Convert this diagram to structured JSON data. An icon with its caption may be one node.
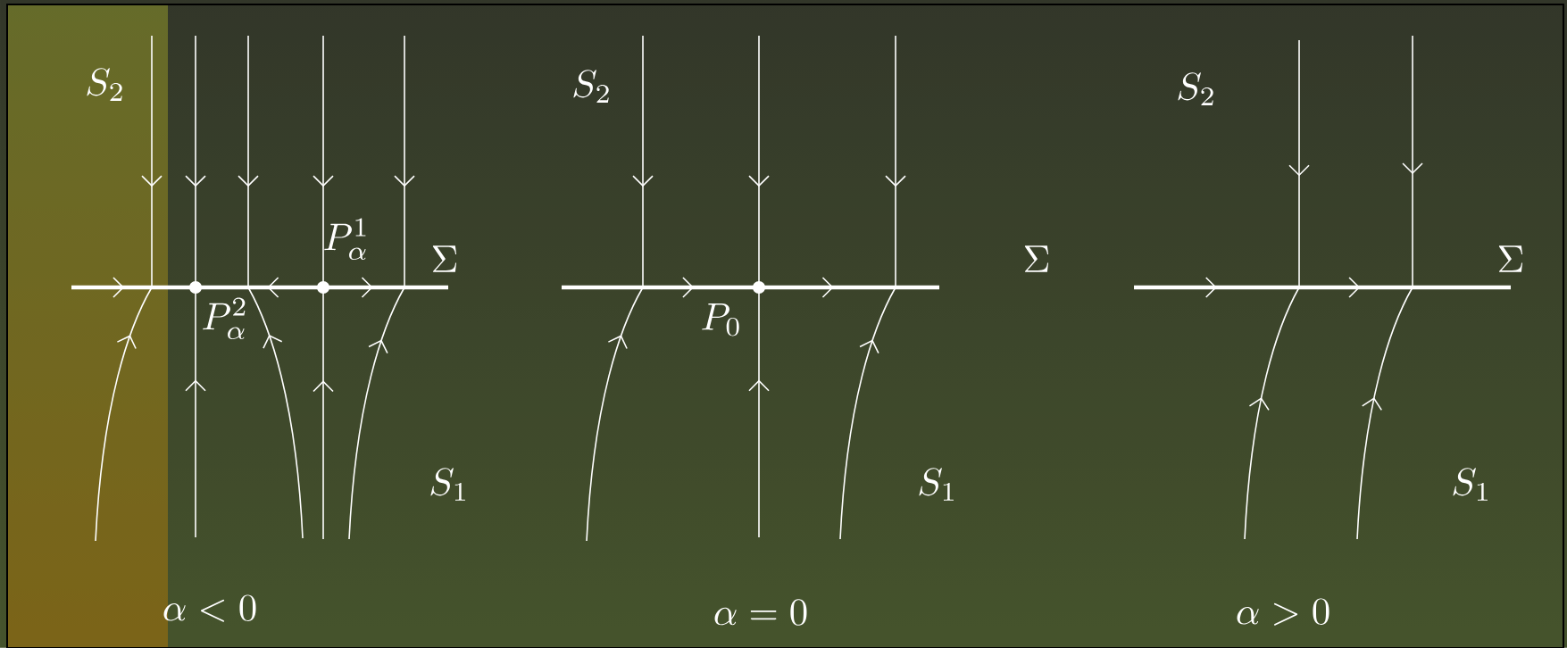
{
  "diagram": {
    "labels": [
      "S_2",
      "S_2",
      "S_2",
      "P_\\alpha^1",
      "\\Sigma",
      "\\Sigma",
      "\\Sigma",
      "P_\\alpha^2",
      "P_0",
      "S_1",
      "S_1",
      "S_1",
      "\\alpha < 0",
      "\\alpha = 0",
      "\\alpha > 0"
    ]
  }
}
